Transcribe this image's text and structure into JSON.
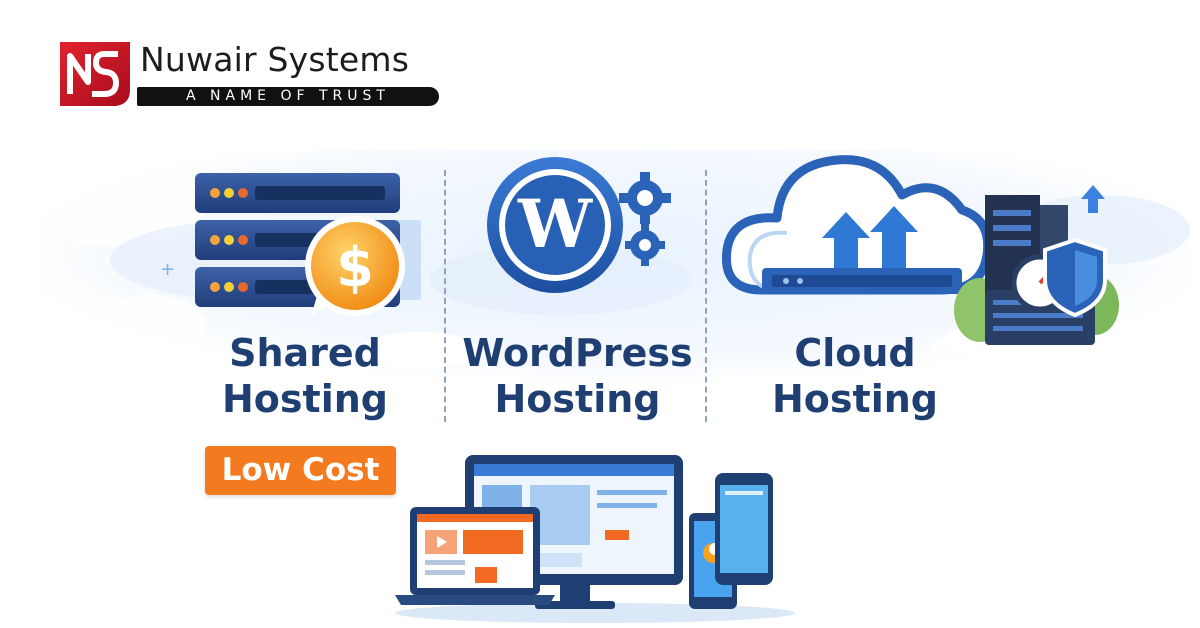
{
  "brand": {
    "name": "Nuwair Systems",
    "tagline": "A NAME OF TRUST",
    "logo_monogram": "NS"
  },
  "services": [
    {
      "line1": "Shared",
      "line2": "Hosting",
      "icon": "server-rack-dollar-icon"
    },
    {
      "line1": "WordPress",
      "line2": "Hosting",
      "icon": "wordpress-gears-icon"
    },
    {
      "line1": "Cloud",
      "line2": "Hosting",
      "icon": "cloud-upload-server-icon"
    }
  ],
  "badge": {
    "label": "Low Cost"
  },
  "devices_icon": "responsive-devices-icon",
  "colors": {
    "brand_red": "#c8102e",
    "navy": "#1f3f73",
    "primary_blue": "#2a63b8",
    "accent_orange": "#f47a20",
    "coin_orange": "#f6a21b"
  }
}
